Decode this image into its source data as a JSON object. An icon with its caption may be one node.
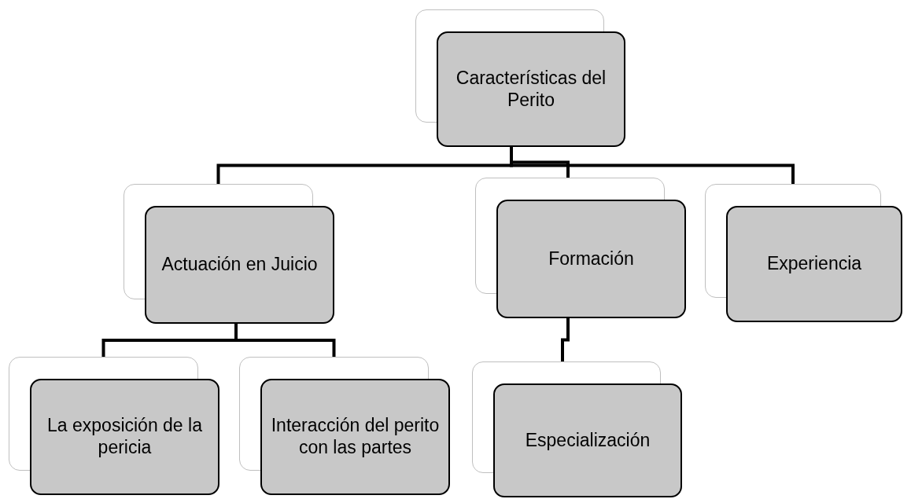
{
  "diagram": {
    "nodes": [
      {
        "text": [
          "Características del Perito"
        ]
      },
      {
        "text": [
          "Actuación en Juicio"
        ]
      },
      {
        "text": [
          "Formación"
        ]
      },
      {
        "text": [
          "Experiencia"
        ]
      },
      {
        "text": [
          "La exposición de la pericia"
        ]
      },
      {
        "text": [
          "Interacción del perito con las partes"
        ]
      },
      {
        "text": [
          "Especialización"
        ]
      }
    ],
    "edges": [
      {
        "from": 0,
        "to": 1,
        "arrow": "none"
      },
      {
        "from": 0,
        "to": 2,
        "arrow": "none"
      },
      {
        "from": 0,
        "to": 3,
        "arrow": "none"
      },
      {
        "from": 1,
        "to": 4,
        "arrow": "none"
      },
      {
        "from": 1,
        "to": 5,
        "arrow": "none"
      },
      {
        "from": 2,
        "to": 6,
        "arrow": "none"
      }
    ]
  }
}
